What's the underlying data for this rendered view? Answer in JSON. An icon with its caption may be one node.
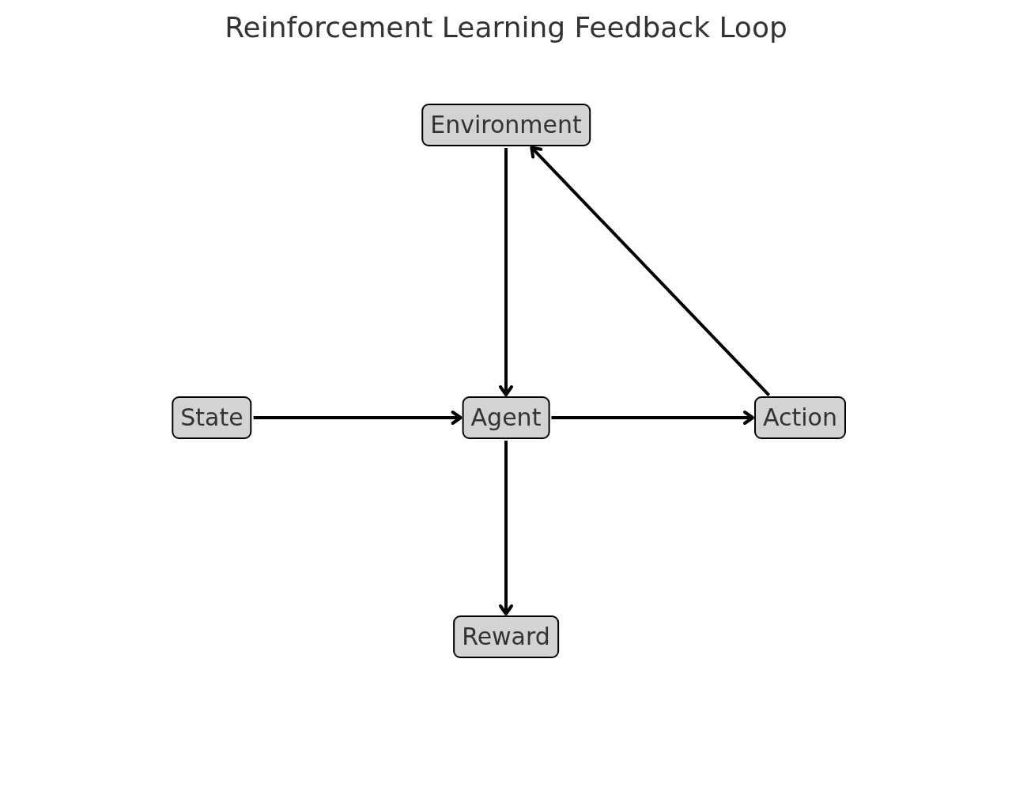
{
  "diagram": {
    "title": "Reinforcement Learning Feedback Loop",
    "nodes": [
      {
        "text": [
          "Environment"
        ]
      },
      {
        "text": [
          "State"
        ]
      },
      {
        "text": [
          "Agent"
        ]
      },
      {
        "text": [
          "Action"
        ]
      },
      {
        "text": [
          "Reward"
        ]
      }
    ],
    "edges": [
      {
        "from": 0,
        "to": 2,
        "arrow": "to"
      },
      {
        "from": 1,
        "to": 2,
        "arrow": "to"
      },
      {
        "from": 2,
        "to": 3,
        "arrow": "to"
      },
      {
        "from": 3,
        "to": 0,
        "arrow": "to"
      },
      {
        "from": 2,
        "to": 4,
        "arrow": "to"
      }
    ]
  }
}
